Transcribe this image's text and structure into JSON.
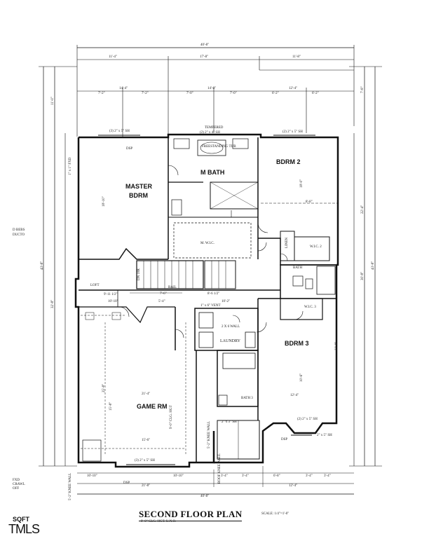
{
  "title": "SECOND FLOOR PLAN",
  "subtitle": "9'-0\" CLG. HGT. U.N.O.",
  "scale": "SCALE: 1/4\"=1'-0\"",
  "logo": {
    "line1": "SQFT",
    "line2": "TMLS"
  },
  "rooms": {
    "master": [
      "MASTER",
      "BDRM"
    ],
    "mbath": "M BATH",
    "bdrm2": "BDRM 2",
    "bdrm3": "BDRM 3",
    "game": "GAME RM",
    "laundry": "LAUNDRY",
    "bath3": "BATH 3",
    "mwic": "M. W.I.C.",
    "wic2": "W.I.C. 2",
    "wic3": "W.I.C. 3",
    "loft": "LOFT",
    "bath": "BATH",
    "linen": "LINEN",
    "dn": "DN 18R"
  },
  "notes": {
    "tempered": "TEMPERED",
    "master_win": "(3) 2\" x 5\" SH",
    "mbath_win": "(2) 2\" x 4\" SH",
    "bdrm2_win": "(2) 2\" x 5\" SH",
    "bdrm3_win": "(2) 2\" x 5\" SH",
    "bdrm3_win2": "2\" x 5\" SH",
    "game_win": "(3) 2\" x 5\" SH",
    "bath3_win": "2\" x 3\" SH",
    "freestanding": "FREESTANDING TUB",
    "vent": "1\" x 6\" VENT",
    "wall": "2 X 6 WALL",
    "clg": "9'-0\" CLG. HGT",
    "knee": "5'-2\" KNEE WALL",
    "roofknee": "ROOF KNEE WALL",
    "dsp": "DSP",
    "rail": "RAIL",
    "fxd": "1\" x 1\" FXD",
    "left_note1": "D BEBS",
    "left_note2": "DUCTO",
    "left_note3": "FXD",
    "left_note4": "CRAWL",
    "left_note5": "OFF",
    "bottom_knee": "5'-2\" KNEE WALL"
  },
  "dims": {
    "top_total": "40'-8\"",
    "top_a": "11'-4\"",
    "top_b": "17'-8\"",
    "top_c": "11'-8\"",
    "r2_a": "14'-4\"",
    "r2_b": "14'-0\"",
    "r2_c": "12'-4\"",
    "r3_a": "7'-2\"",
    "r3_b": "7'-2\"",
    "r3_c": "7'-0\"",
    "r3_d": "7'-0\"",
    "r3_e": "6'-2\"",
    "r3_f": "6'-2\"",
    "bottom_total": "40'-8\"",
    "b_a": "21'-8\"",
    "b_b": "12'-4\"",
    "b2_a": "10'-10\"",
    "b2_b": "10'-10\"",
    "b2_c": "3'-4\"",
    "b2_d": "3'-4\"",
    "b2_e": "6'-8\"",
    "b2_f": "3'-4\"",
    "b2_g": "3'-4\"",
    "left_total": "43'-8\"",
    "left_a": "32'-8\"",
    "left_b": "11'-0\"",
    "right_total": "43'-8\"",
    "right_a": "22'-4\"",
    "right_b": "30'-8\"",
    "right_c": "7'-8\"",
    "master_depth": "18'-10\"",
    "game_w": "21'-4\"",
    "game_w2": "15'-6\"",
    "game_d": "25'-8\"",
    "game_d2": "15'-8\"",
    "bdrm3_w": "12'-4\"",
    "bdrm3_d": "22'-8\"",
    "bdrm3_d2": "10'-6\"",
    "bdrm2_d": "18'-0\"",
    "bdrm2_w": "8'-8\"",
    "loft_a": "10'-10\"",
    "loft_b": "5'-4\"",
    "loft_c": "7'-6\"",
    "loft_d": "8'-6 1/2\"",
    "loft_e": "10'-2\"",
    "loft_f": "9'-11 1/2\""
  }
}
